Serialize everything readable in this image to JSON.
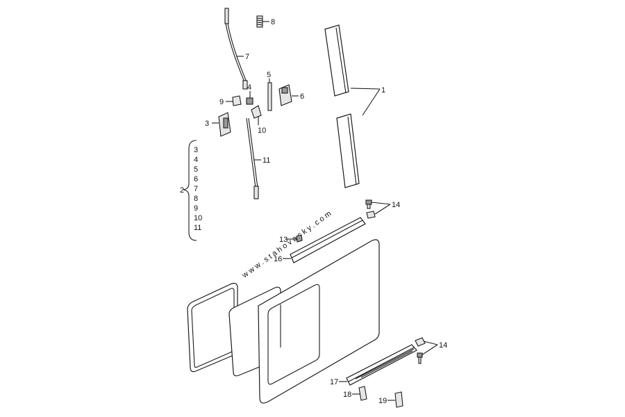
{
  "watermark": "www.stahovacky.com",
  "callouts": {
    "c1": "1",
    "c2": "2",
    "c3": "3",
    "c4": "4",
    "c5": "5",
    "c6": "6",
    "c7": "7",
    "c8": "8",
    "c9": "9",
    "c10": "10",
    "c11": "11",
    "c13": "13",
    "c14a": "14",
    "c14b": "14",
    "c16": "16",
    "c17": "17",
    "c18": "18",
    "c19": "19"
  },
  "bracket_list": {
    "items": [
      "3",
      "4",
      "5",
      "6",
      "7",
      "8",
      "9",
      "10",
      "11"
    ]
  }
}
